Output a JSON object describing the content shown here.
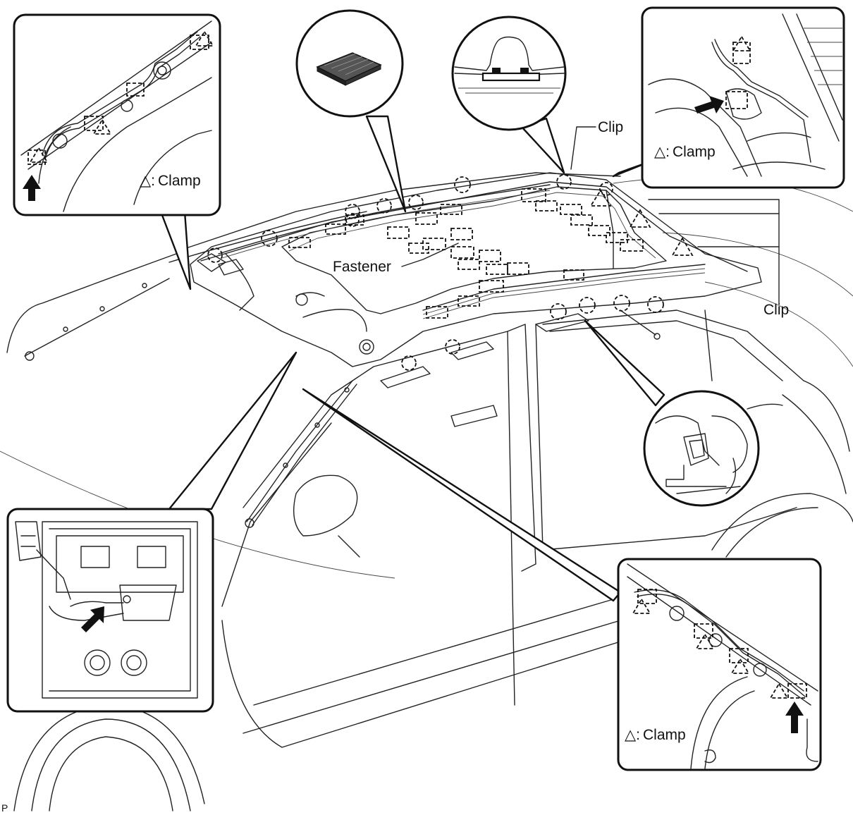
{
  "labels": {
    "clamp": "Clamp",
    "clamp_symbol": "△",
    "clamp_sep": ":",
    "clip_top": "Clip",
    "clip_right": "Clip",
    "fastener": "Fastener",
    "figure_code": "P"
  },
  "colors": {
    "line": "#222222",
    "background": "#ffffff"
  }
}
